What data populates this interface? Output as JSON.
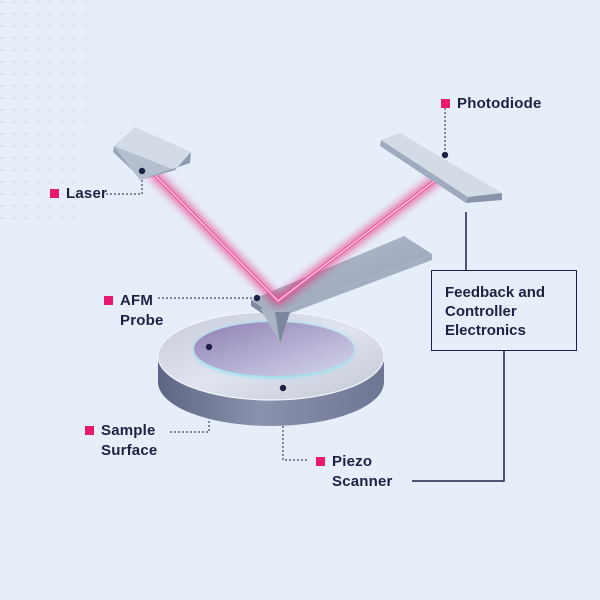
{
  "labels": {
    "laser": "Laser",
    "photodiode": "Photodiode",
    "afm_probe": [
      "AFM",
      "Probe"
    ],
    "sample_surface": [
      "Sample",
      "Surface"
    ],
    "piezo_scanner": [
      "Piezo",
      "Scanner"
    ]
  },
  "controller_box": [
    "Feedback and",
    "Controller",
    "Electronics"
  ],
  "colors": {
    "background": "#e6eef9",
    "marker": "#e8196e",
    "text": "#1d2245",
    "laser_beam": "#e8196e",
    "dot_grid": "#c3cde0"
  }
}
